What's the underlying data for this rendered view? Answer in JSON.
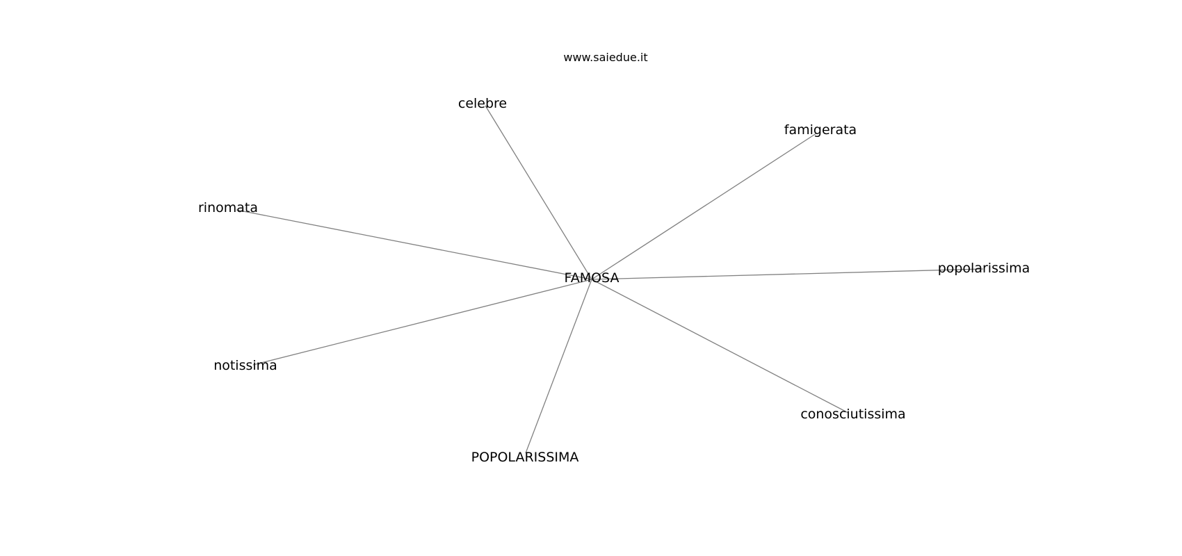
{
  "watermark": "www.saiedue.it",
  "graph": {
    "center": "FAMOSA",
    "nodes": [
      "celebre",
      "famigerata",
      "rinomata",
      "popolarissima",
      "notissima",
      "conosciutissima",
      "POPOLARISSIMA"
    ],
    "edge_color": "#808080",
    "text_color": "#000000"
  }
}
